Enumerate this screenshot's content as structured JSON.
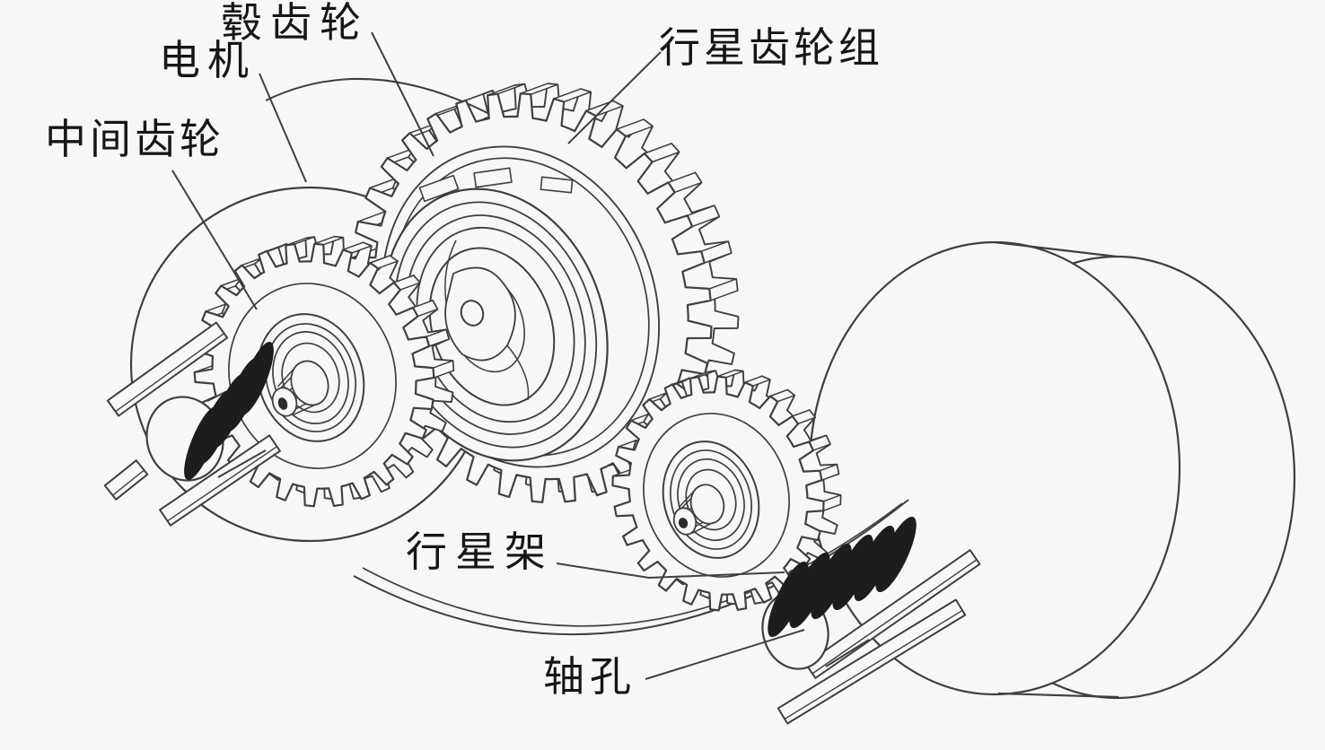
{
  "diagram": {
    "labels": {
      "hub_gear": "毂齿轮",
      "motor": "电机",
      "intermediate_gear": "中间齿轮",
      "planetary_gear_set": "行星齿轮组",
      "planet_carrier": "行星架",
      "shaft_hole": "轴孔"
    },
    "colors": {
      "background": "#f7f7f7",
      "line": "#3f3f3f",
      "dark_fill": "#1d1d1d",
      "text": "#161616"
    }
  }
}
